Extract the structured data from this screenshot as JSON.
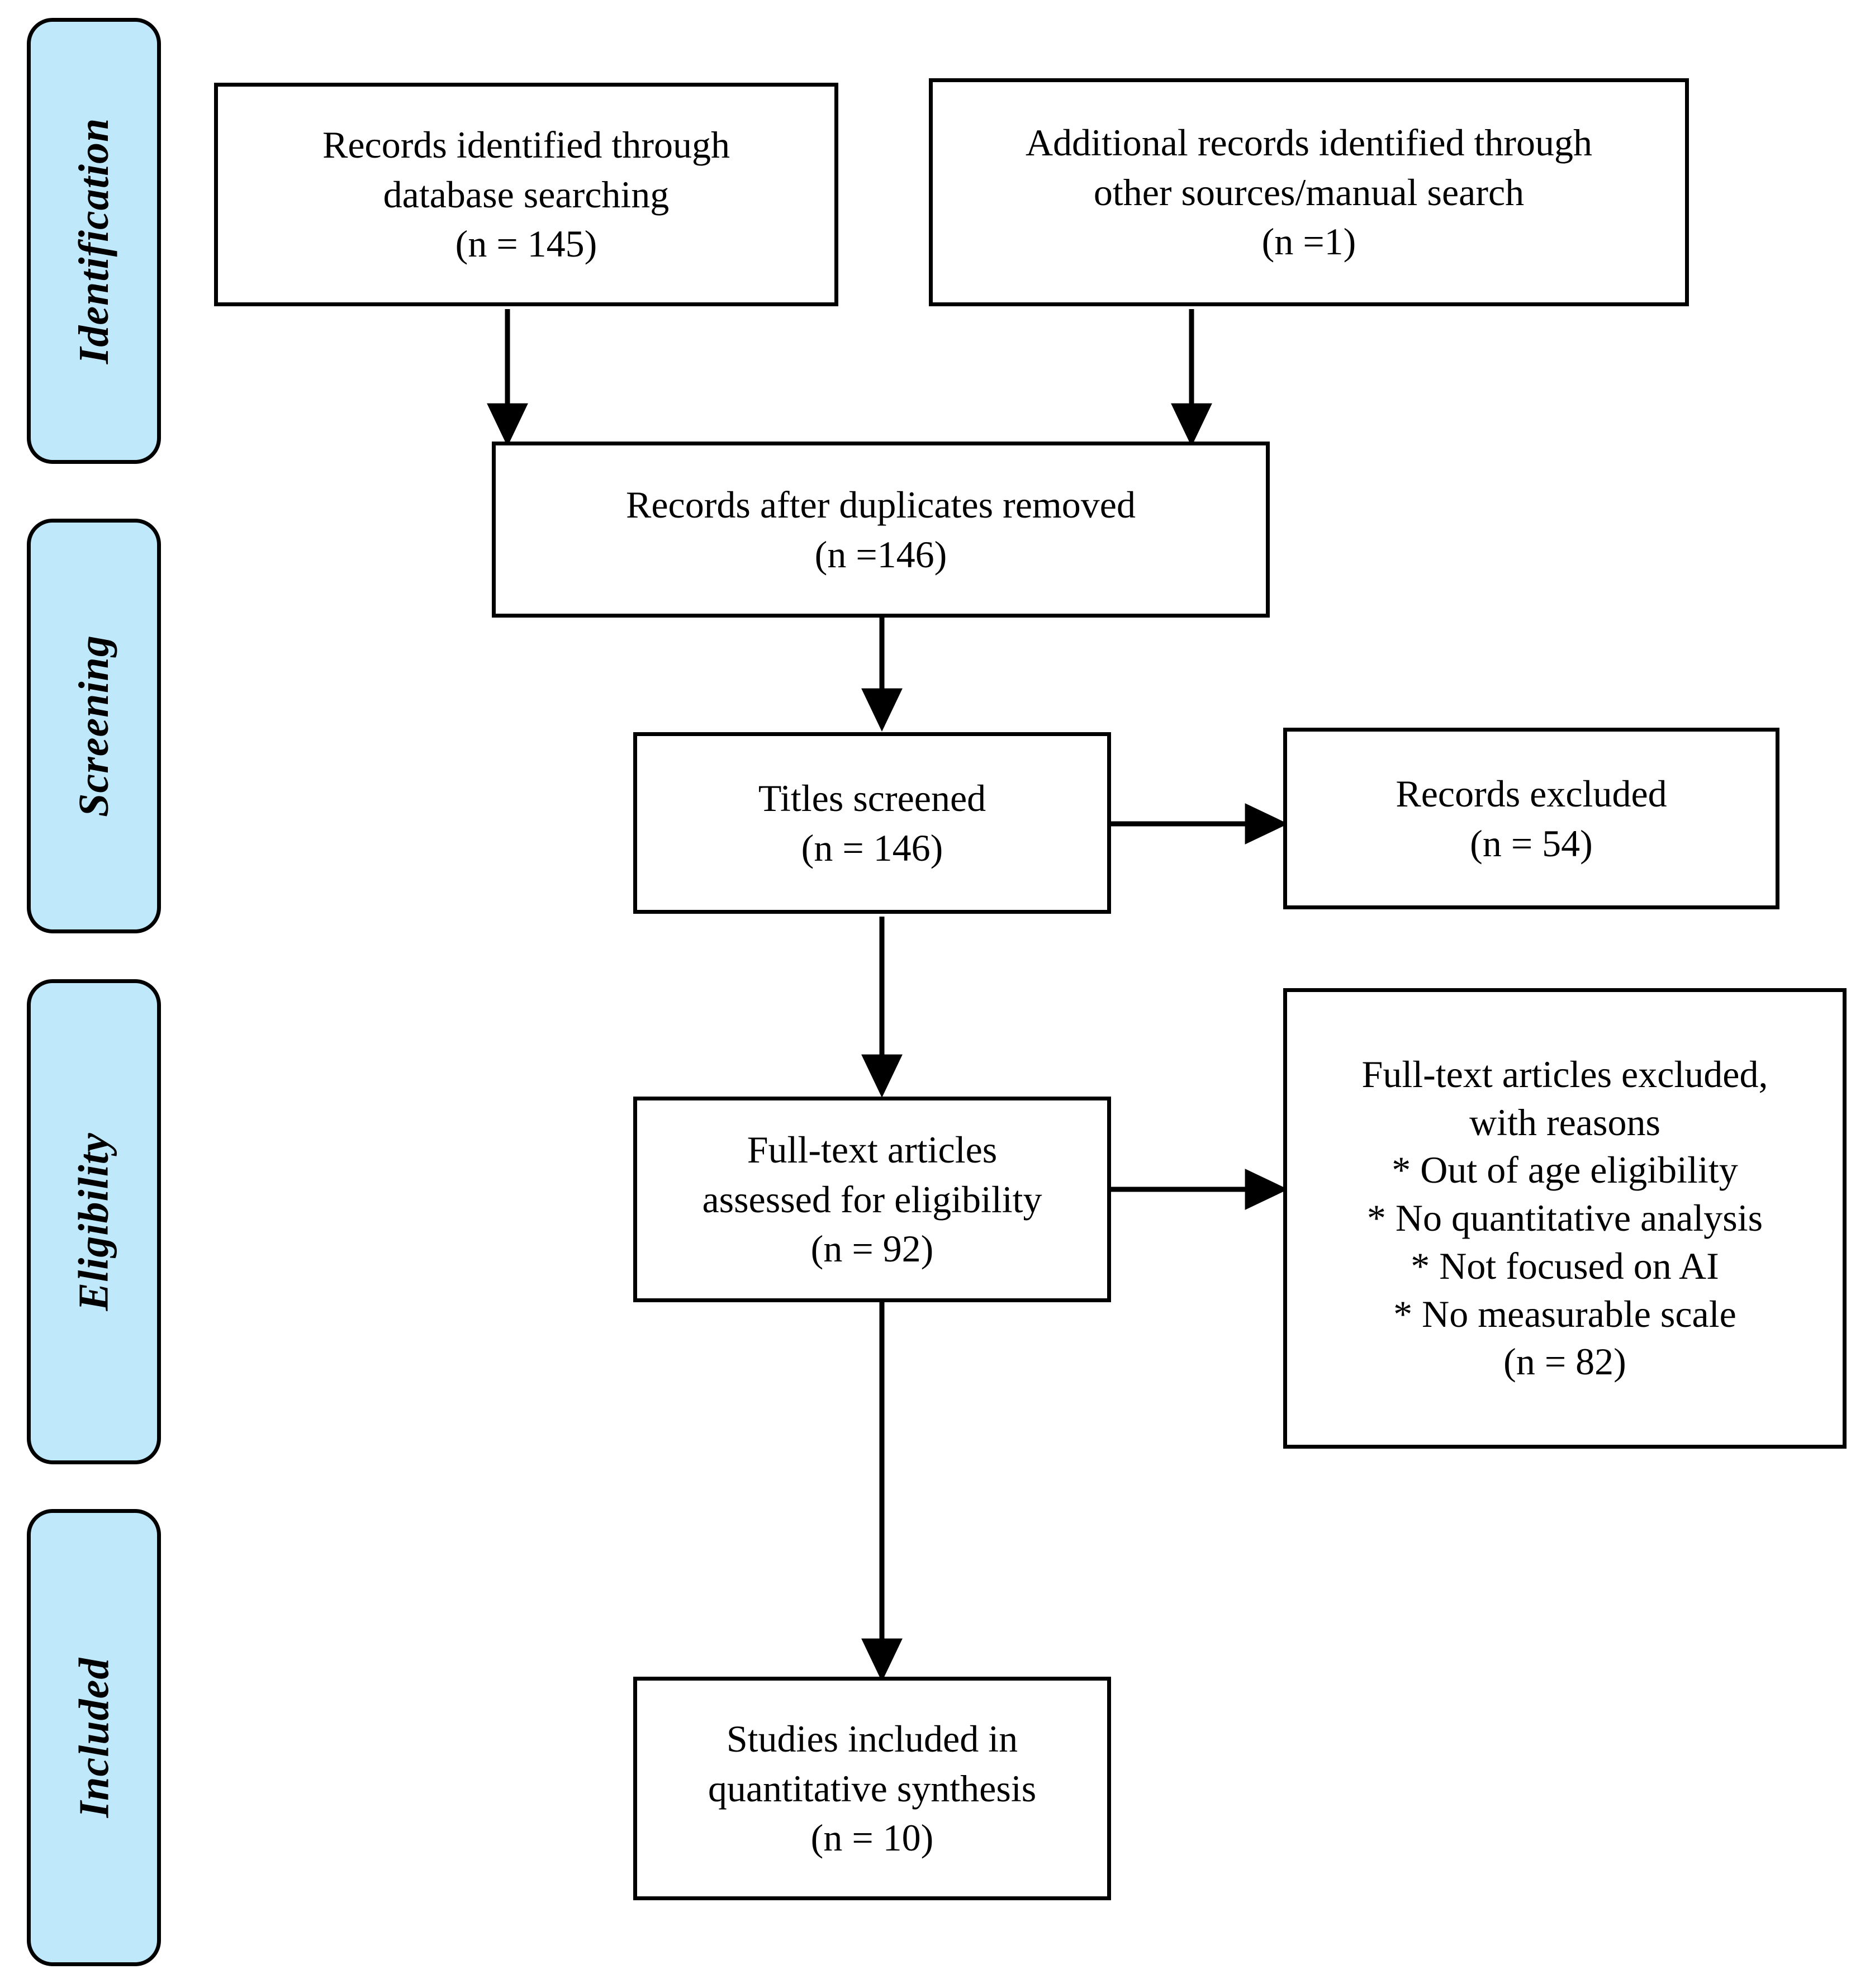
{
  "diagram": {
    "type": "prisma-flow-diagram",
    "colors": {
      "stage_pill_fill": "#bfe8fb",
      "stroke": "#000000",
      "box_fill": "#ffffff",
      "text": "#000000"
    }
  },
  "stages": [
    {
      "id": "identification",
      "label": "Identification"
    },
    {
      "id": "screening",
      "label": "Screening"
    },
    {
      "id": "eligibility",
      "label": "Eligibility"
    },
    {
      "id": "included",
      "label": "Included"
    }
  ],
  "boxes": {
    "records_database": {
      "lines": [
        "Records identified through",
        "database searching",
        "(n = 145)"
      ],
      "count": 145
    },
    "records_other": {
      "lines": [
        "Additional records identified through",
        "other sources/manual search",
        "(n =1)"
      ],
      "count": 1
    },
    "duplicates_removed": {
      "lines": [
        "Records after duplicates removed",
        "(n =146)"
      ],
      "count": 146
    },
    "titles_screened": {
      "lines": [
        "Titles screened",
        "(n = 146)"
      ],
      "count": 146
    },
    "records_excluded": {
      "lines": [
        "Records excluded",
        "(n = 54)"
      ],
      "count": 54
    },
    "fulltext_assessed": {
      "lines": [
        "Full-text articles",
        "assessed for eligibility",
        "(n = 92)"
      ],
      "count": 92
    },
    "fulltext_excluded": {
      "lines": [
        "Full-text articles excluded,",
        "with reasons",
        "* Out of age eligibility",
        "* No quantitative analysis",
        "* Not focused on AI",
        "* No measurable scale",
        "(n = 82)"
      ],
      "count": 82,
      "reasons": [
        "Out of age eligibility",
        "No quantitative analysis",
        "Not focused on AI",
        "No measurable scale"
      ]
    },
    "studies_included": {
      "lines": [
        "Studies included in",
        "quantitative synthesis",
        "(n = 10)"
      ],
      "count": 10
    }
  },
  "connectors": [
    {
      "id": "db-to-duplicates",
      "from": "records_database",
      "to": "duplicates_removed",
      "direction": "down"
    },
    {
      "id": "other-to-duplicates",
      "from": "records_other",
      "to": "duplicates_removed",
      "direction": "down"
    },
    {
      "id": "duplicates-to-titles",
      "from": "duplicates_removed",
      "to": "titles_screened",
      "direction": "down"
    },
    {
      "id": "titles-to-excluded",
      "from": "titles_screened",
      "to": "records_excluded",
      "direction": "right"
    },
    {
      "id": "titles-to-fulltext",
      "from": "titles_screened",
      "to": "fulltext_assessed",
      "direction": "down"
    },
    {
      "id": "fulltext-to-excluded",
      "from": "fulltext_assessed",
      "to": "fulltext_excluded",
      "direction": "right"
    },
    {
      "id": "fulltext-to-studies",
      "from": "fulltext_assessed",
      "to": "studies_included",
      "direction": "down"
    }
  ]
}
